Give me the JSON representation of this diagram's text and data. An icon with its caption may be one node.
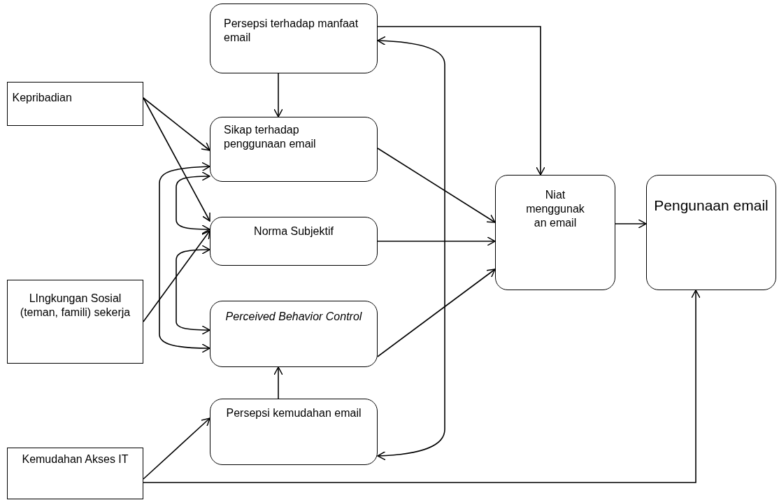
{
  "diagram": {
    "nodes": [
      {
        "text": [
          "Persepsi terhadap manfaat email"
        ]
      },
      {
        "text": [
          "Kepribadian"
        ]
      },
      {
        "text": [
          "Sikap terhadap penggunaan email"
        ]
      },
      {
        "text": [
          "Norma Subjektif"
        ]
      },
      {
        "text": [
          "LIngkungan Sosial (teman, famili) sekerja"
        ]
      },
      {
        "text": [
          "Perceived Behavior Control"
        ]
      },
      {
        "text": [
          "Niat menggunak an email"
        ]
      },
      {
        "text": [
          "Pengunaan email"
        ]
      },
      {
        "text": [
          "Persepsi kemudahan email"
        ]
      },
      {
        "text": [
          "Kemudahan Akses IT"
        ]
      }
    ],
    "edges": [
      {
        "from": 0,
        "to": 2,
        "arrow": "to"
      },
      {
        "from": 1,
        "to": 2,
        "arrow": "to"
      },
      {
        "from": 1,
        "to": 3,
        "arrow": "to"
      },
      {
        "from": 4,
        "to": 3,
        "arrow": "to"
      },
      {
        "from": 2,
        "to": 3,
        "arrow": "both"
      },
      {
        "from": 3,
        "to": 5,
        "arrow": "both"
      },
      {
        "from": 2,
        "to": 5,
        "arrow": "both"
      },
      {
        "from": 0,
        "to": 6,
        "arrow": "to"
      },
      {
        "from": 2,
        "to": 6,
        "arrow": "to"
      },
      {
        "from": 3,
        "to": 6,
        "arrow": "to"
      },
      {
        "from": 5,
        "to": 6,
        "arrow": "to"
      },
      {
        "from": 6,
        "to": 7,
        "arrow": "to"
      },
      {
        "from": 8,
        "to": 5,
        "arrow": "to"
      },
      {
        "from": 9,
        "to": 8,
        "arrow": "to"
      },
      {
        "from": 9,
        "to": 7,
        "arrow": "to"
      },
      {
        "from": 0,
        "to": 8,
        "arrow": "both"
      }
    ]
  }
}
